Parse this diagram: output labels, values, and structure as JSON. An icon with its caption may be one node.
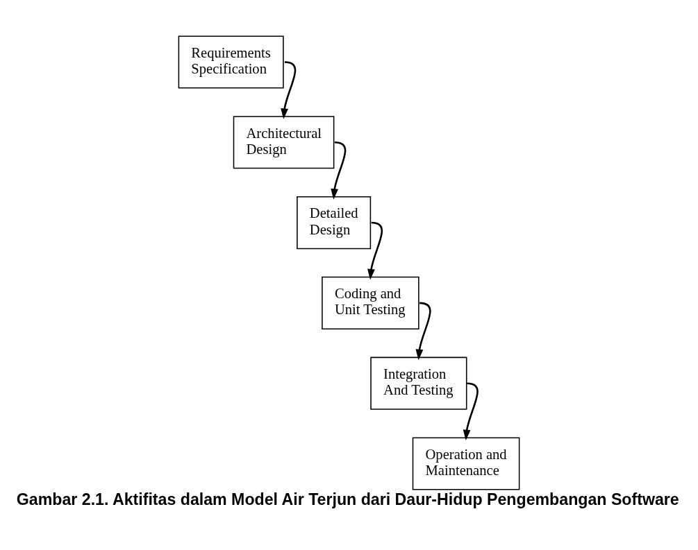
{
  "diagram": {
    "caption": "Gambar 2.1. Aktifitas dalam Model Air Terjun dari Daur-Hidup Pengembangan Software",
    "nodes": [
      {
        "text": [
          "Requirements Specification"
        ]
      },
      {
        "text": [
          "Architectural Design"
        ]
      },
      {
        "text": [
          "Detailed Design"
        ]
      },
      {
        "text": [
          "Coding and Unit Testing"
        ]
      },
      {
        "text": [
          "Integration And Testing"
        ]
      },
      {
        "text": [
          "Operation and Maintenance"
        ]
      }
    ],
    "edges": [
      {
        "from": 0,
        "to": 1,
        "arrow": "to"
      },
      {
        "from": 1,
        "to": 2,
        "arrow": "to"
      },
      {
        "from": 2,
        "to": 3,
        "arrow": "to"
      },
      {
        "from": 3,
        "to": 4,
        "arrow": "to"
      },
      {
        "from": 4,
        "to": 5,
        "arrow": "to"
      }
    ]
  }
}
